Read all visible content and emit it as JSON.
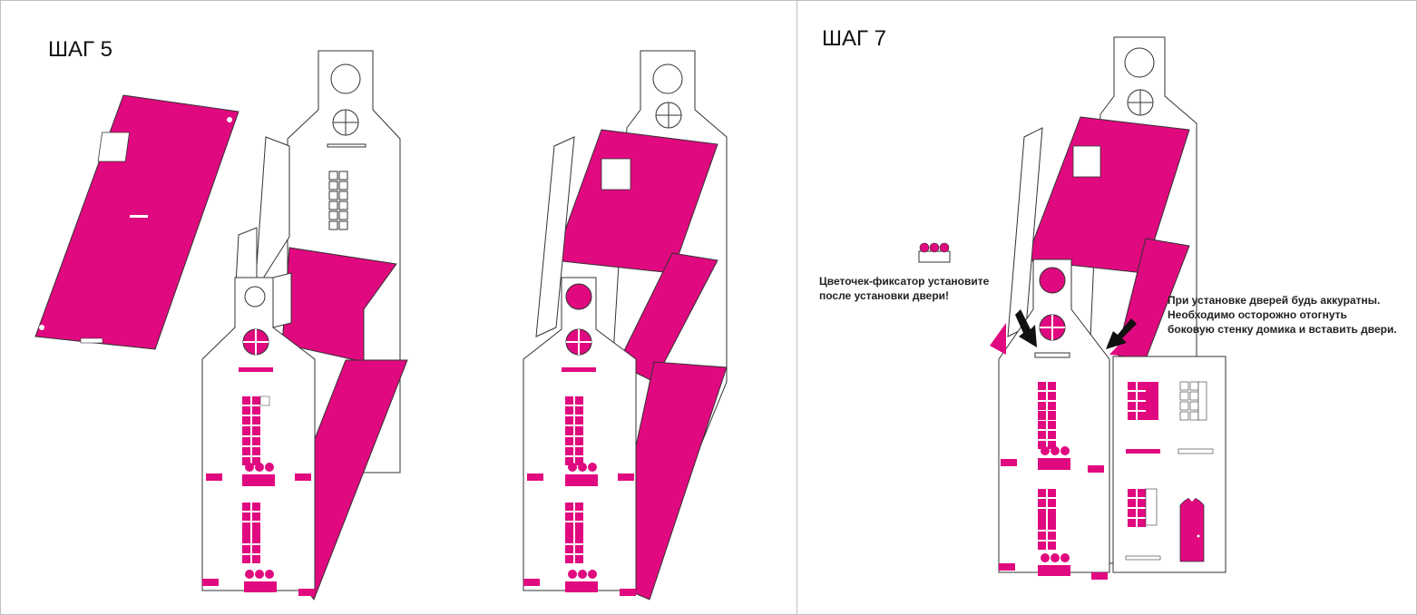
{
  "steps": {
    "step5_title": "ШАГ 5",
    "step7_title": "ШАГ 7"
  },
  "notes": {
    "flower_clip": "Цветочек-фиксатор установите\nпосле установки двери!",
    "doors": "При установке дверей будь аккуратны.\nНеобходимо осторожно отогнуть\nбоковую стенку домика и вставить двери."
  },
  "colors": {
    "accent": "#e0097f",
    "outline": "#333333",
    "paper": "#ffffff",
    "divider": "#bfbfbf"
  }
}
